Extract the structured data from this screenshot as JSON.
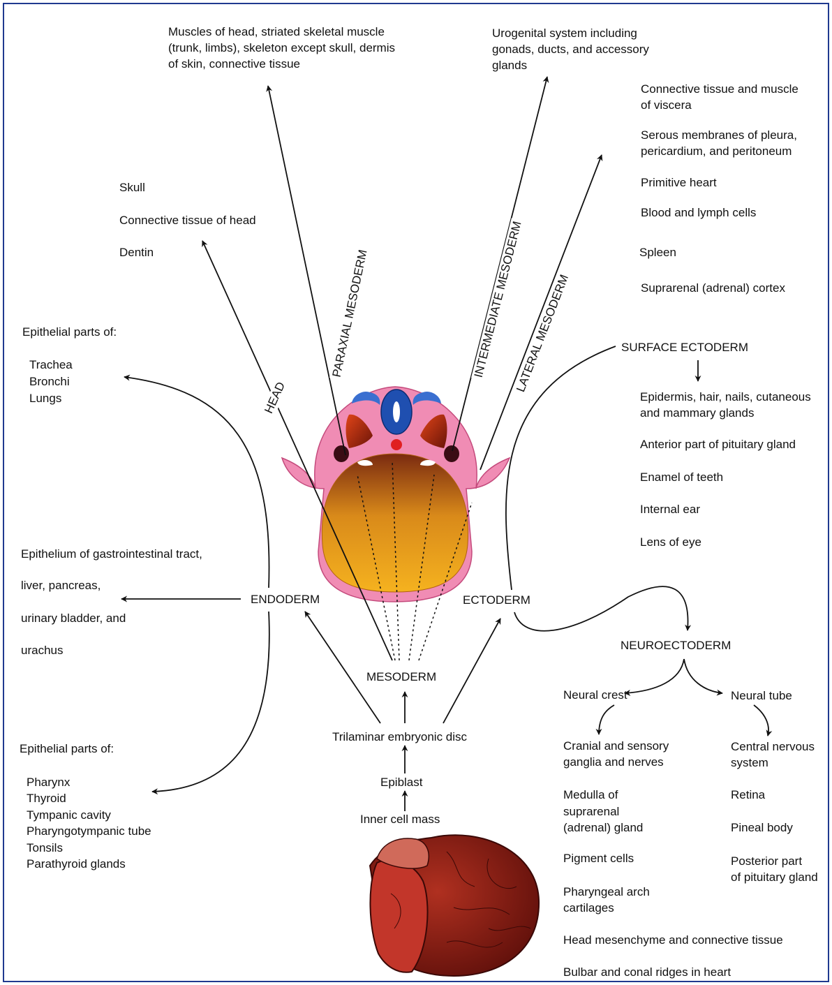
{
  "germ_layers": {
    "mesoderm": "MESODERM",
    "endoderm": "ENDODERM",
    "ectoderm": "ECTODERM",
    "surface_ectoderm": "SURFACE ECTODERM",
    "neuroectoderm": "NEUROECTODERM"
  },
  "origin_chain": [
    "Inner cell mass",
    "Epiblast",
    "Trilaminar embryonic disc"
  ],
  "mesoderm_divisions": {
    "head": "HEAD",
    "paraxial": "PARAXIAL MESODERM",
    "intermediate": "INTERMEDIATE MESODERM",
    "lateral": "LATERAL MESODERM"
  },
  "paraxial_derivatives": [
    "Muscles of head, striated skeletal muscle",
    "(trunk, limbs), skeleton except skull, dermis",
    "of skin, connective tissue"
  ],
  "head_derivatives": [
    "Skull",
    "Connective tissue of head",
    "Dentin"
  ],
  "intermediate_derivatives": [
    "Urogenital system including",
    "gonads, ducts, and accessory",
    "glands"
  ],
  "lateral_derivatives": [
    [
      "Connective tissue and muscle",
      "of viscera"
    ],
    [
      "Serous membranes of pleura,",
      "pericardium, and peritoneum"
    ],
    [
      "Primitive heart"
    ],
    [
      "Blood and lymph cells"
    ],
    [
      "Spleen"
    ],
    [
      "Suprarenal (adrenal) cortex"
    ]
  ],
  "endoderm_upper": {
    "title": "Epithelial parts of:",
    "items": [
      "Trachea",
      "Bronchi",
      "Lungs"
    ]
  },
  "endoderm_middle": [
    "Epithelium of gastrointestinal tract,",
    "liver, pancreas,",
    "urinary bladder, and",
    "urachus"
  ],
  "endoderm_lower": {
    "title": "Epithelial parts of:",
    "items": [
      "Pharynx",
      "Thyroid",
      "Tympanic cavity",
      "Pharyngotympanic tube",
      "Tonsils",
      "Parathyroid glands"
    ]
  },
  "surface_ectoderm_derivatives": [
    [
      "Epidermis, hair, nails, cutaneous",
      "and mammary glands"
    ],
    [
      "Anterior part of pituitary gland"
    ],
    [
      "Enamel of teeth"
    ],
    [
      "Internal ear"
    ],
    [
      "Lens of eye"
    ]
  ],
  "neural_crest": {
    "title": "Neural crest",
    "derivatives": [
      [
        "Cranial and sensory",
        "ganglia and nerves"
      ],
      [
        "Medulla of",
        "suprarenal",
        "(adrenal) gland"
      ],
      [
        "Pigment cells"
      ],
      [
        "Pharyngeal arch",
        "cartilages"
      ]
    ],
    "wide_derivatives": [
      "Head mesenchyme and connective tissue",
      "Bulbar and conal ridges in heart"
    ]
  },
  "neural_tube": {
    "title": "Neural tube",
    "derivatives": [
      [
        "Central nervous",
        "system"
      ],
      [
        "Retina"
      ],
      [
        "Pineal body"
      ],
      [
        "Posterior part",
        "of pituitary gland"
      ]
    ]
  },
  "colors": {
    "frame": "#1f3a8f",
    "embryo_wall": "#f08cb4",
    "yolk_sac": "#f0a820",
    "yolk_dark": "#7a2a10",
    "neural_tube": "#1f4fb0",
    "notochord": "#e02020",
    "blastocyst": "#8b1a14"
  }
}
